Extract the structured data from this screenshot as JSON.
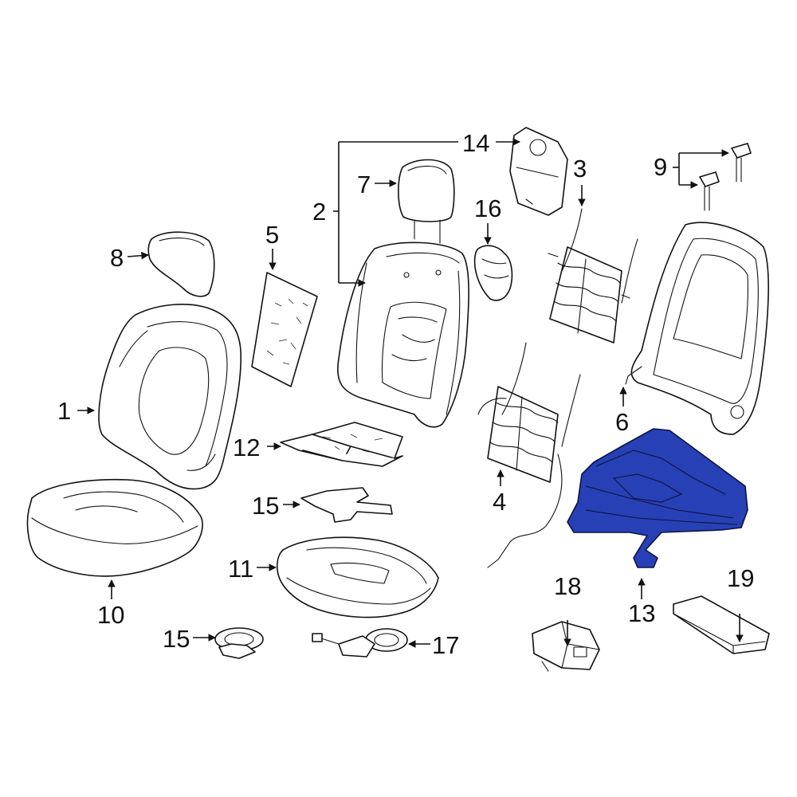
{
  "colors": {
    "highlight": "#2740b5",
    "line": "#111111",
    "background": "#ffffff"
  },
  "callouts": {
    "c1": "1",
    "c2": "2",
    "c3": "3",
    "c4": "4",
    "c5": "5",
    "c6": "6",
    "c7": "7",
    "c8": "8",
    "c9": "9",
    "c10": "10",
    "c11": "11",
    "c12": "12",
    "c13": "13",
    "c14": "14",
    "c15a": "15",
    "c15b": "15",
    "c16": "16",
    "c17": "17",
    "c18": "18",
    "c19": "19"
  },
  "highlighted_part": "13"
}
